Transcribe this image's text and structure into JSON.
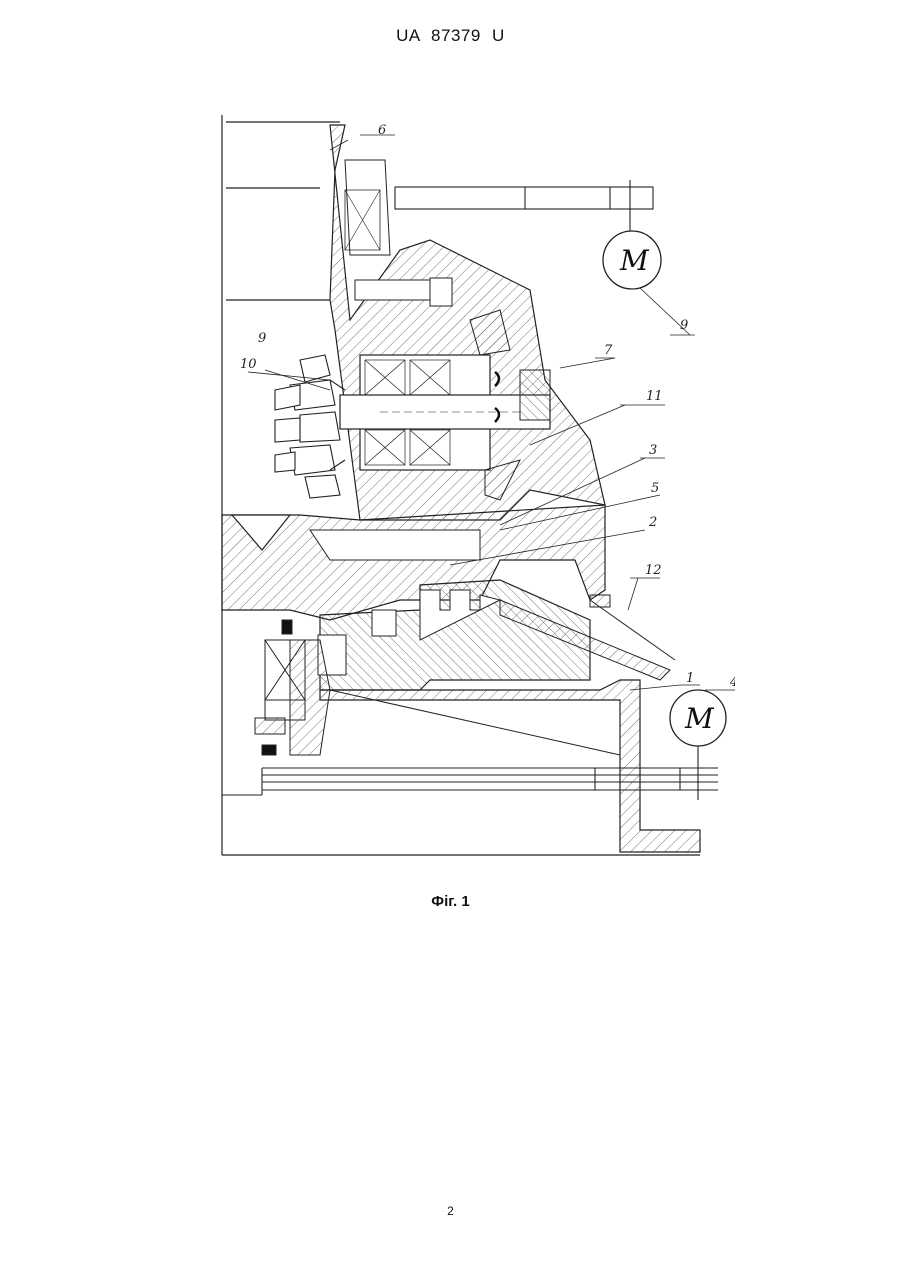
{
  "header": {
    "text": "UA   87379   U"
  },
  "figure": {
    "caption": "Фіг. 1",
    "labels": {
      "l1": "1",
      "l2": "2",
      "l3": "3",
      "l4": "4",
      "l5": "5",
      "l6": "6",
      "l7": "7",
      "l9_gear": "9",
      "l9_motor": "9",
      "l10": "10",
      "l11": "11",
      "l12": "12"
    },
    "motor_top": "M",
    "motor_bottom": "M"
  },
  "footer": {
    "page_number": "2"
  }
}
